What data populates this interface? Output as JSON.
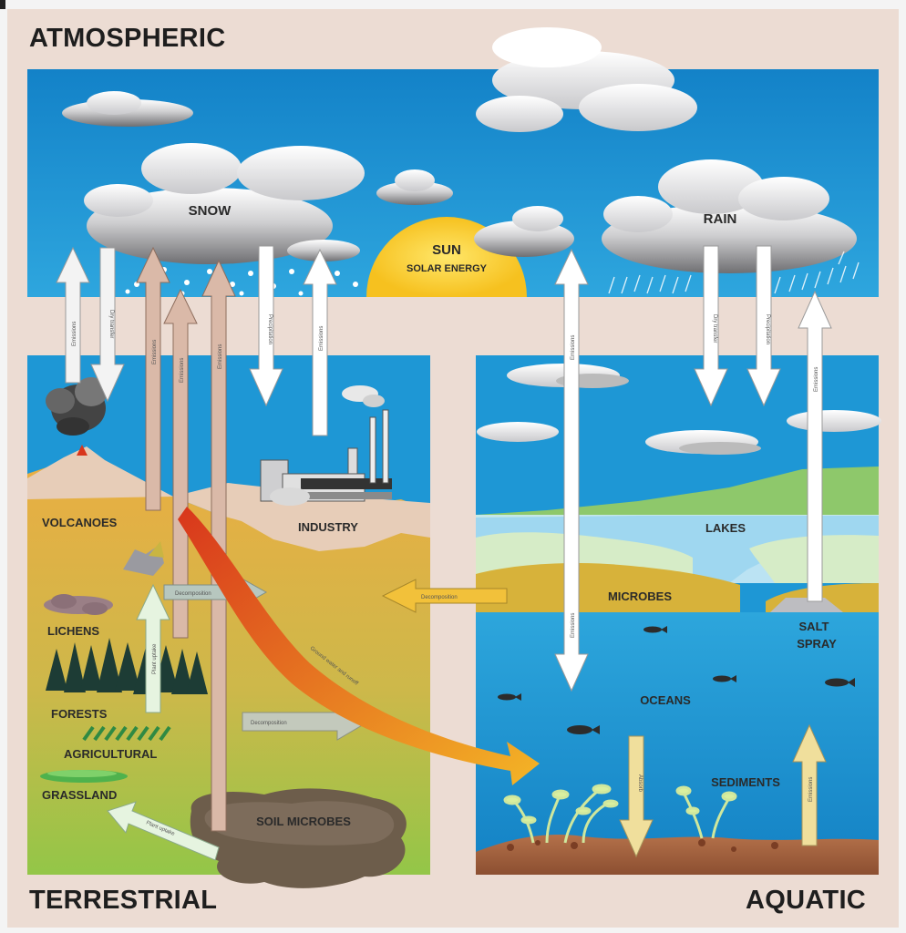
{
  "sections": {
    "atmospheric": "ATMOSPHERIC",
    "terrestrial": "TERRESTRIAL",
    "aquatic": "AQUATIC"
  },
  "labels": {
    "snow": "SNOW",
    "sun": "SUN",
    "solar_energy": "SOLAR ENERGY",
    "rain": "RAIN",
    "volcanoes": "VOLCANOES",
    "industry": "INDUSTRY",
    "lichens": "LICHENS",
    "forests": "FORESTS",
    "agricultural": "AGRICULTURAL",
    "grassland": "GRASSLAND",
    "soil_microbes": "SOIL MICROBES",
    "lakes": "LAKES",
    "microbes": "MICROBES",
    "salt": "SALT",
    "spray": "SPRAY",
    "oceans": "OCEANS",
    "sediments": "SEDIMENTS"
  },
  "arrow_labels": {
    "emissions": "Emissions",
    "dry_transfer": "Dry transfer",
    "precipitation": "Precipitation",
    "decomposition": "Decomposition",
    "absorb": "Absorb",
    "plant_uptake": "Plant uptake",
    "ground_water_runoff": "Ground water and runoff"
  },
  "colors": {
    "frame": "#ecdcd3",
    "sky": "#1b97d6",
    "terrestrial_top": "#e7b044",
    "terrestrial_bottom": "#98c548",
    "ocean": "#1e9ad6",
    "emission_arrow": "#d6b7a8",
    "transfer_arrow": "#ffffff",
    "runoff_arrow": "#f08a1f"
  }
}
